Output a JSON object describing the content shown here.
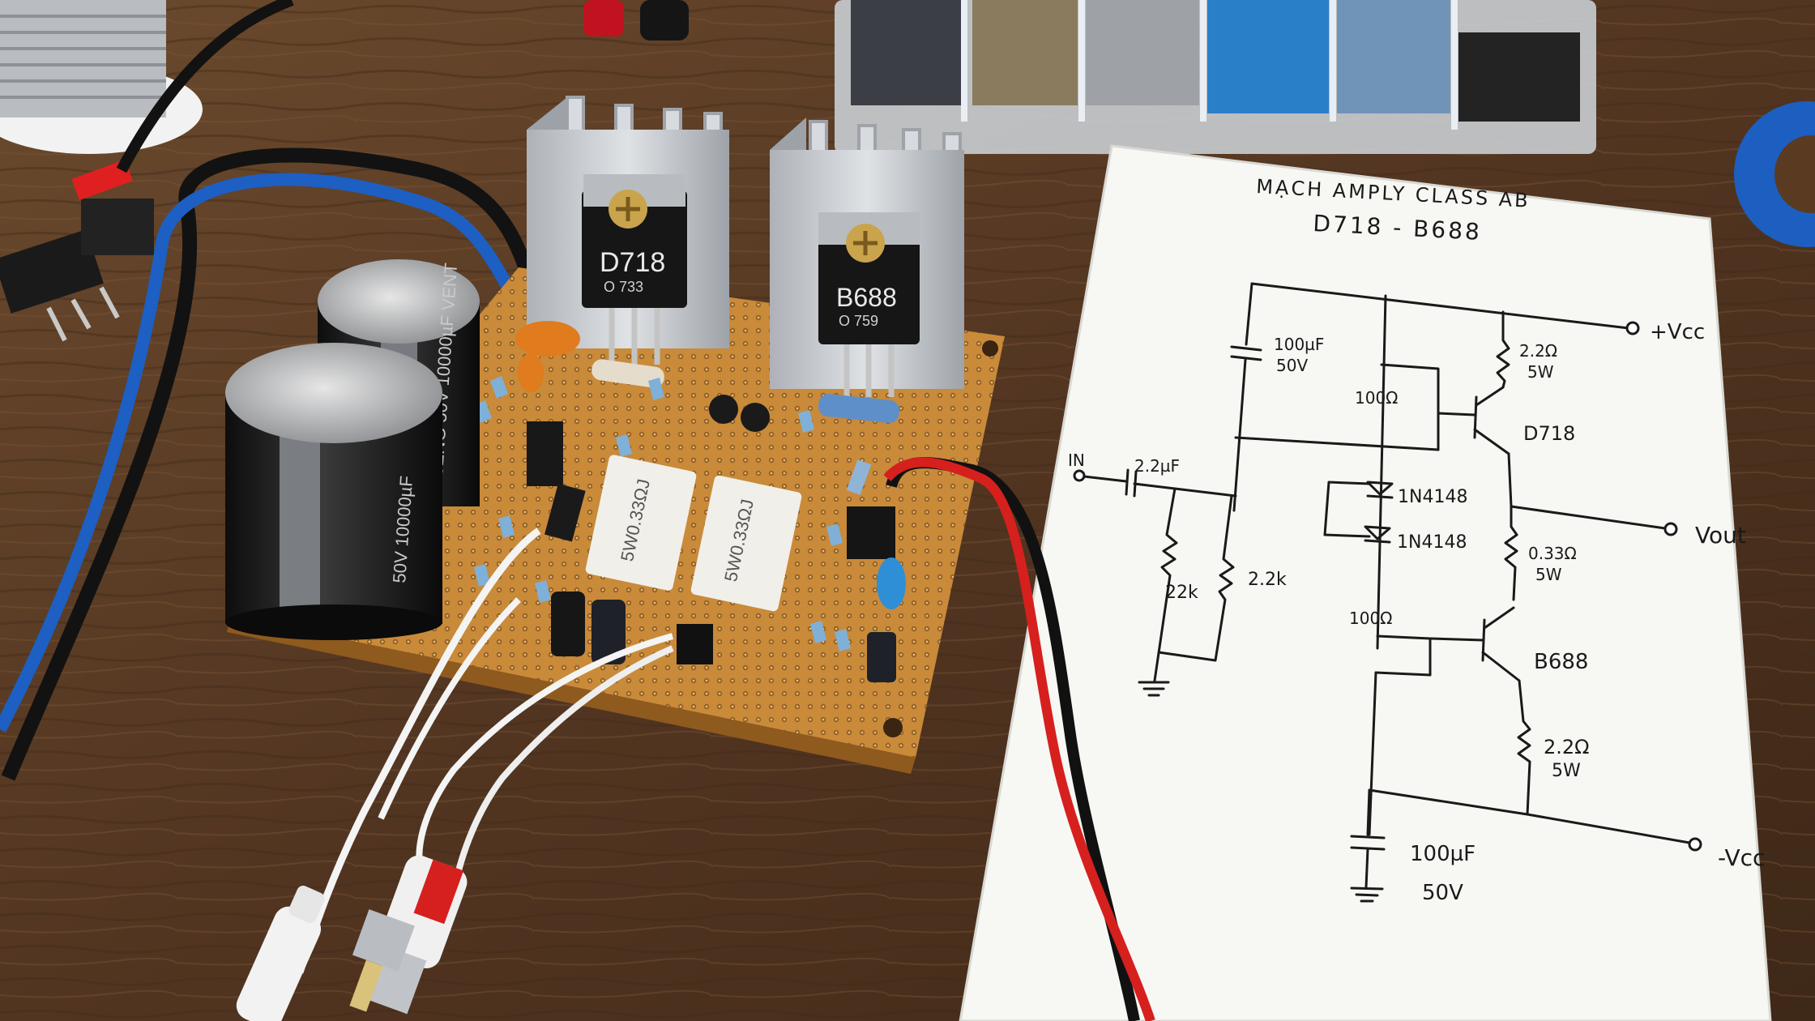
{
  "schematic": {
    "title_line1": "MẠCH AMPLY CLASS AB",
    "title_line2": "D718 - B688",
    "labels": {
      "vcc_pos": "+Vcc",
      "vcc_neg": "-Vcc",
      "vout": "Vout",
      "input": "IN",
      "c_in": "2.2µF",
      "c_top_value": "100µF",
      "c_top_voltage": "50V",
      "c_bot_value": "100µF",
      "c_bot_voltage": "50V",
      "r_top_bias": "100Ω",
      "r_bot_bias": "100Ω",
      "diode1": "1N4148",
      "diode2": "1N4148",
      "r_emitter_top": "2.2Ω",
      "r_emitter_top_w": "5W",
      "r_out": "0.33Ω",
      "r_out_w": "5W",
      "r_emitter_bot": "2.2Ω",
      "r_emitter_bot_w": "5W",
      "r_22k": "22k",
      "r_2k2": "2.2k",
      "q_top": "D718",
      "q_bot": "B688"
    }
  },
  "board": {
    "transistor_left_label": "D718",
    "transistor_left_code": "O 733",
    "transistor_right_label": "B688",
    "transistor_right_code": "O 759",
    "resistor_1": "5W0.33ΩJ",
    "resistor_2": "5W0.33ΩJ",
    "cap_left_text": "50V 10000µF",
    "cap_right_text": "10ENG 50V 10000µF VENT"
  },
  "colors": {
    "wood": "#5a3b22",
    "pcb": "#c98a3a",
    "paper": "#f7f7f4",
    "heatsink": "#c9ccd0",
    "wire_red": "#d6201e",
    "wire_blue": "#1d5fc2"
  }
}
